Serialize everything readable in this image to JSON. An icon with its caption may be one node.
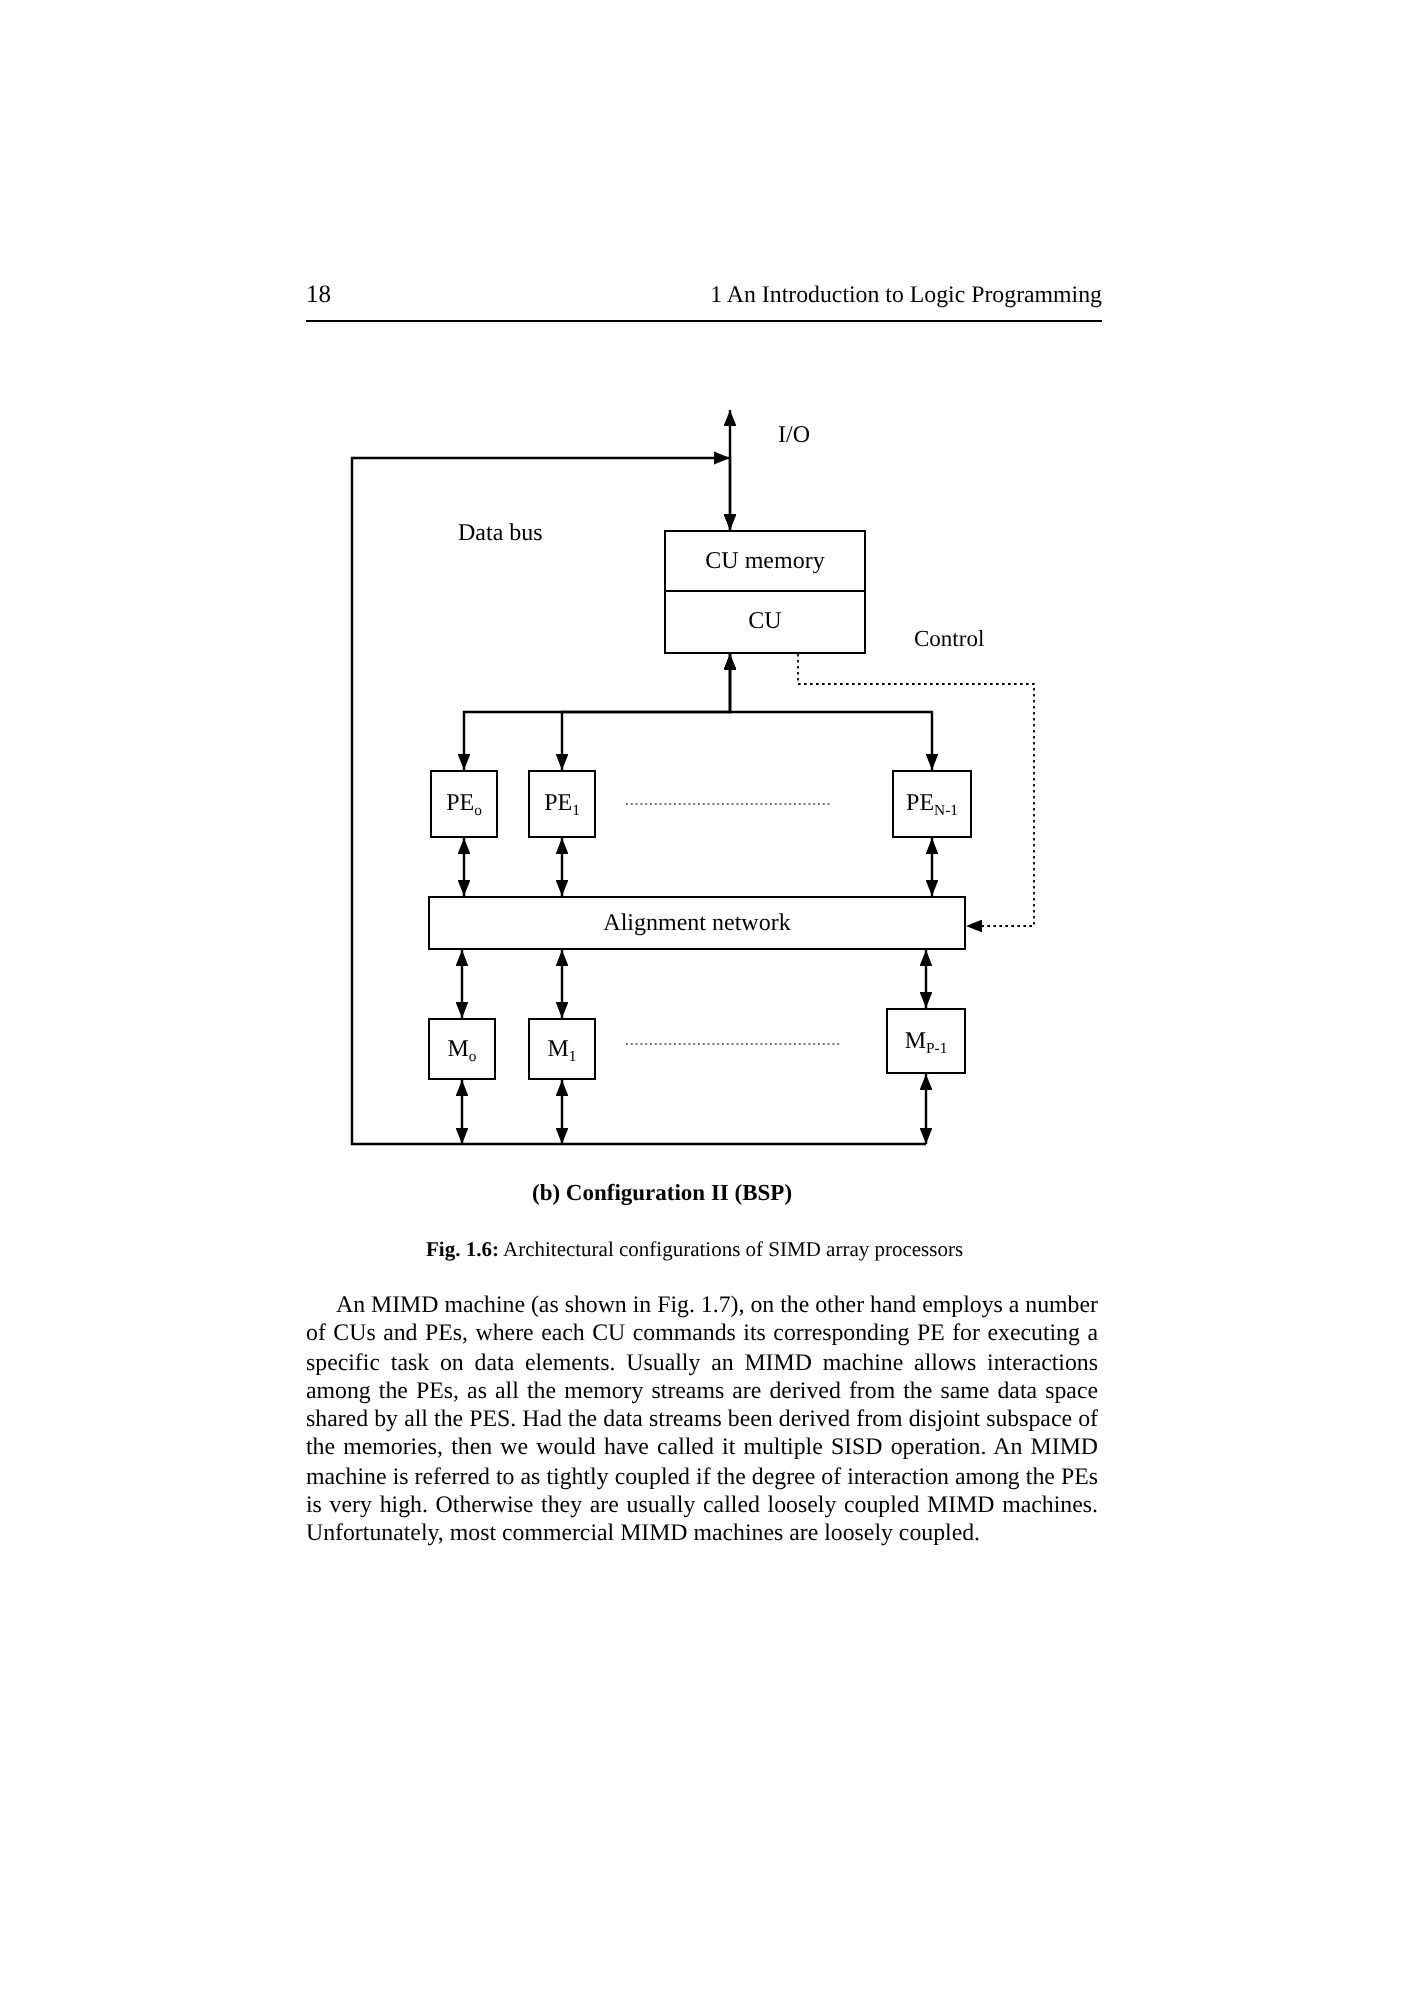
{
  "diagram": {
    "caption": "**Fig. 1.6:** Architectural configurations of SIMD array processors",
    "nodes": [
      {
        "text": [
          "CU memory"
        ]
      },
      {
        "text": [
          "CU"
        ]
      },
      {
        "text": [
          "PE$_{o}$"
        ]
      },
      {
        "text": [
          "PE$_{1}$"
        ]
      },
      {
        "text": [
          "PE$_{N-1}$"
        ]
      },
      {
        "text": [
          "Alignment network"
        ]
      },
      {
        "text": [
          "M$_{o}$"
        ]
      },
      {
        "text": [
          "M$_{1}$"
        ]
      },
      {
        "text": [
          "M$_{P-1}$"
        ]
      }
    ],
    "edges": [
      {
        "from": null,
        "to": 0,
        "arrow": "both",
        "label": "I/O"
      },
      {
        "from": 6,
        "to": 0,
        "arrow": "both"
      },
      {
        "from": 7,
        "to": 0,
        "arrow": "both"
      },
      {
        "from": 8,
        "to": 0,
        "arrow": "both"
      },
      {
        "from": 1,
        "to": 2,
        "arrow": "both"
      },
      {
        "from": 1,
        "to": 3,
        "arrow": "both"
      },
      {
        "from": 1,
        "to": 4,
        "arrow": "both"
      },
      {
        "from": 1,
        "to": 5,
        "arrow": "to",
        "label": "Control",
        "style": "dashed"
      },
      {
        "from": 2,
        "to": 5,
        "arrow": "both"
      },
      {
        "from": 3,
        "to": 5,
        "arrow": "both"
      },
      {
        "from": 4,
        "to": 5,
        "arrow": "both"
      },
      {
        "from": 5,
        "to": 6,
        "arrow": "both"
      },
      {
        "from": 5,
        "to": 7,
        "arrow": "both"
      },
      {
        "from": 5,
        "to": 8,
        "arrow": "both"
      }
    ],
    "labels": [
      "18",
      "1 An Introduction to Logic Programming",
      "Data bus",
      "(b) Configuration II (BSP)",
      "An MIMD machine (as shown in Fig. 1.7), on the other hand employs a number of CUs and PEs, where each CU commands its corresponding PE for executing a specific task on data elements. Usually an MIMD machine allows interactions among the PEs, as all the memory streams are derived from the same data space shared by all the PES. Had the data streams been derived from disjoint subspace of the memories, then we would have called it multiple SISD operation. An MIMD machine is referred to as tightly coupled if the degree of interaction among the PEs is very high. Otherwise they are usually called loosely coupled MIMD machines. Unfortunately, most commercial MIMD machines are loosely coupled."
    ]
  }
}
